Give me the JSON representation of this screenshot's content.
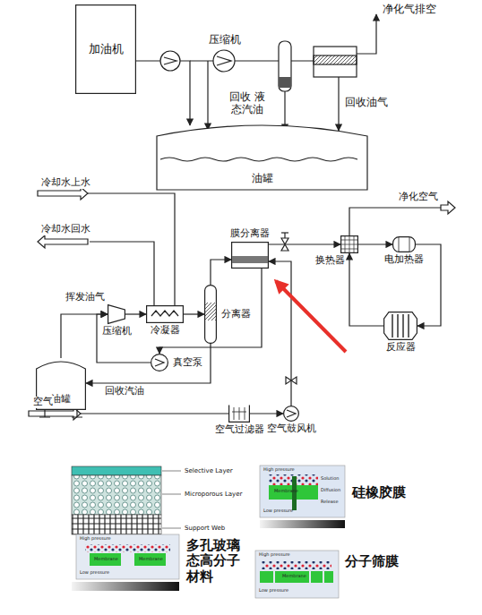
{
  "diagram": {
    "nodes": [
      {
        "text": [
          "加油机"
        ]
      },
      {
        "text": [
          "油罐"
        ]
      },
      {
        "text": [
          "膜分离器"
        ]
      },
      {
        "text": [
          "换热器"
        ]
      },
      {
        "text": [
          "电加热器"
        ]
      },
      {
        "text": [
          "压缩机"
        ]
      },
      {
        "text": [
          "冷凝器"
        ]
      },
      {
        "text": [
          "分离器"
        ]
      },
      {
        "text": [
          "反应器"
        ]
      },
      {
        "text": [
          "真空泵"
        ]
      },
      {
        "text": [
          "油罐"
        ]
      },
      {
        "text": [
          "空气过滤器"
        ]
      },
      {
        "text": [
          "空气鼓风机"
        ]
      }
    ],
    "edges": [
      {
        "from": 0,
        "to": 1,
        "arrow": "to"
      },
      {
        "from": 10,
        "to": 5,
        "label": "挥发油气",
        "arrow": "to"
      },
      {
        "from": 5,
        "to": 6,
        "arrow": "to"
      },
      {
        "from": 6,
        "to": 7,
        "arrow": "to"
      },
      {
        "from": 7,
        "to": 2,
        "arrow": "to"
      },
      {
        "from": 2,
        "to": 3,
        "arrow": "to"
      },
      {
        "from": 3,
        "to": 4,
        "arrow": "to"
      },
      {
        "from": 4,
        "to": 8,
        "arrow": "to"
      },
      {
        "from": 8,
        "to": 3,
        "arrow": "to"
      },
      {
        "from": 2,
        "to": 9,
        "arrow": "to"
      },
      {
        "from": 9,
        "to": 5,
        "arrow": "to"
      },
      {
        "from": 7,
        "to": 10,
        "label": "回收汽油",
        "arrow": "to"
      },
      {
        "from": 11,
        "to": 12,
        "arrow": "to"
      },
      {
        "from": 12,
        "to": 2,
        "arrow": "to"
      }
    ],
    "labels": [
      "压缩机",
      "回收 液态汽油",
      "净化气排空",
      "回收油气",
      "冷却水上水",
      "冷却水回水",
      "净化空气",
      "空气",
      "Selective Layer",
      "Microporous Layer",
      "Support Web",
      "硅橡胶膜",
      "多孔玻璃态高分子材料",
      "分子筛膜",
      "High pressure",
      "Low pressure",
      "Membrane",
      "Solution",
      "Diffusion",
      "Release",
      "High pressure",
      "Low pressure",
      "Membrane",
      "Membrane",
      "High pressure",
      "Low pressure",
      "Membrane"
    ]
  }
}
